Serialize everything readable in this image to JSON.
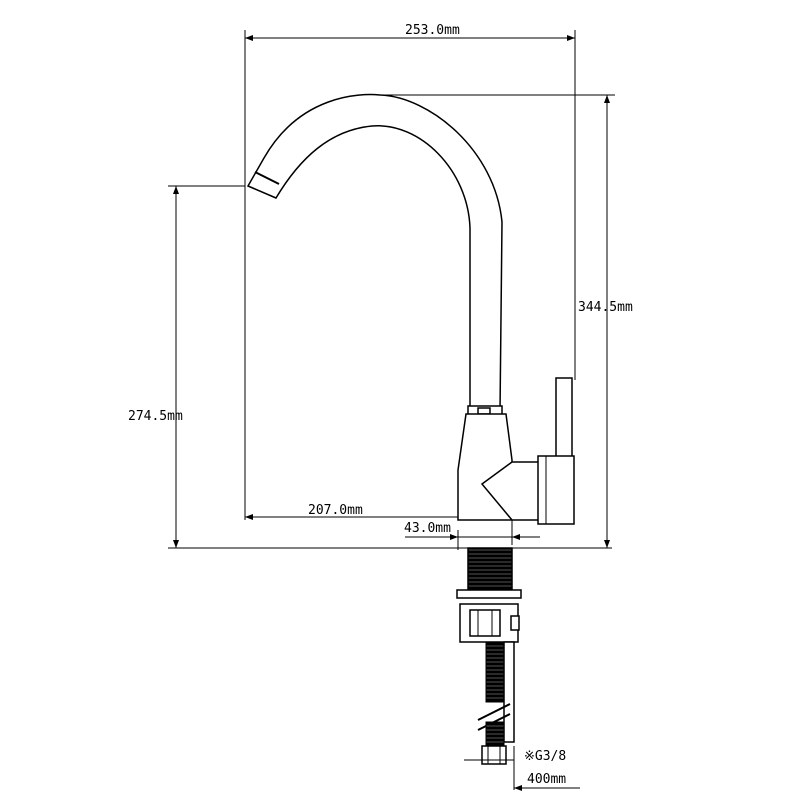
{
  "dimensions": {
    "overall_width": "253.0mm",
    "overall_height": "344.5mm",
    "spout_height": "274.5mm",
    "spout_reach": "207.0mm",
    "base_offset": "43.0mm",
    "thread": "※G3/8",
    "hose_length": "400mm"
  },
  "colors": {
    "line": "#000000",
    "background": "#ffffff"
  }
}
